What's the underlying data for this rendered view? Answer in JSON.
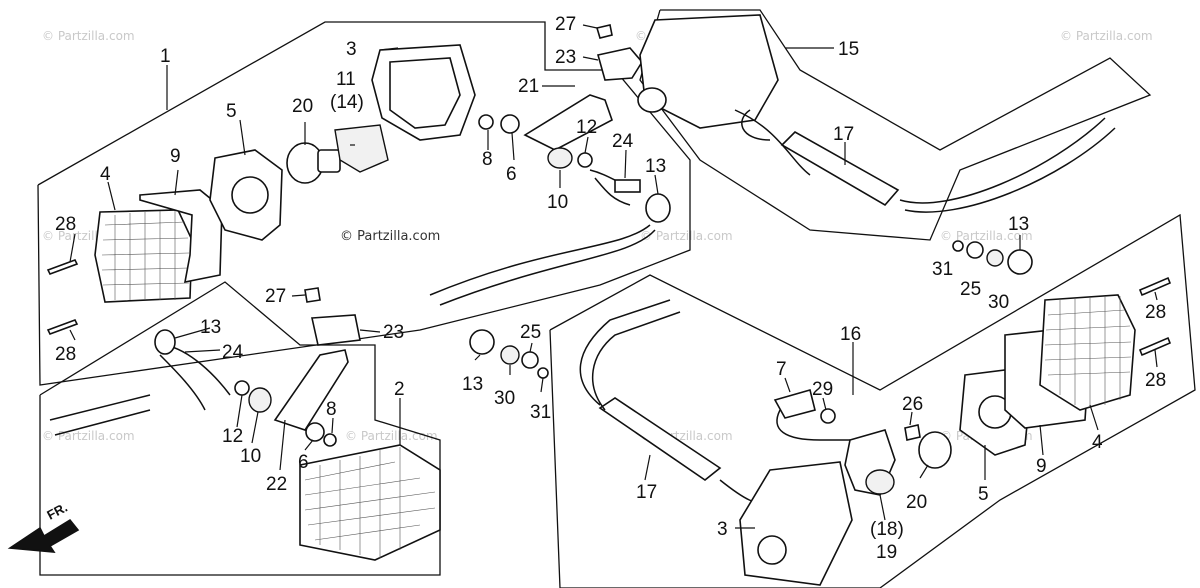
{
  "watermarks": {
    "text": "© Partzilla.com"
  },
  "direction_label": "FR.",
  "callouts": {
    "c1": "1",
    "c2": "2",
    "c3a": "3",
    "c3b": "3",
    "c4a": "4",
    "c4b": "4",
    "c5a": "5",
    "c5b": "5",
    "c6a": "6",
    "c6b": "6",
    "c7": "7",
    "c8a": "8",
    "c8b": "8",
    "c9a": "9",
    "c9b": "9",
    "c10a": "10",
    "c10b": "10",
    "c11": "11",
    "c14": "(14)",
    "c12a": "12",
    "c12b": "12",
    "c13a": "13",
    "c13b": "13",
    "c13c": "13",
    "c13d": "13",
    "c15": "15",
    "c16": "16",
    "c17a": "17",
    "c17b": "17",
    "c18": "(18)",
    "c19": "19",
    "c20a": "20",
    "c20b": "20",
    "c21": "21",
    "c22": "22",
    "c23a": "23",
    "c23b": "23",
    "c24a": "24",
    "c24b": "24",
    "c25a": "25",
    "c25b": "25",
    "c26": "26",
    "c27a": "27",
    "c27b": "27",
    "c28a": "28",
    "c28b": "28",
    "c28c": "28",
    "c28d": "28",
    "c29": "29",
    "c30a": "30",
    "c30b": "30",
    "c31a": "31",
    "c31b": "31"
  },
  "colors": {
    "ink": "#111111",
    "watermark": "#c9c9c9"
  }
}
